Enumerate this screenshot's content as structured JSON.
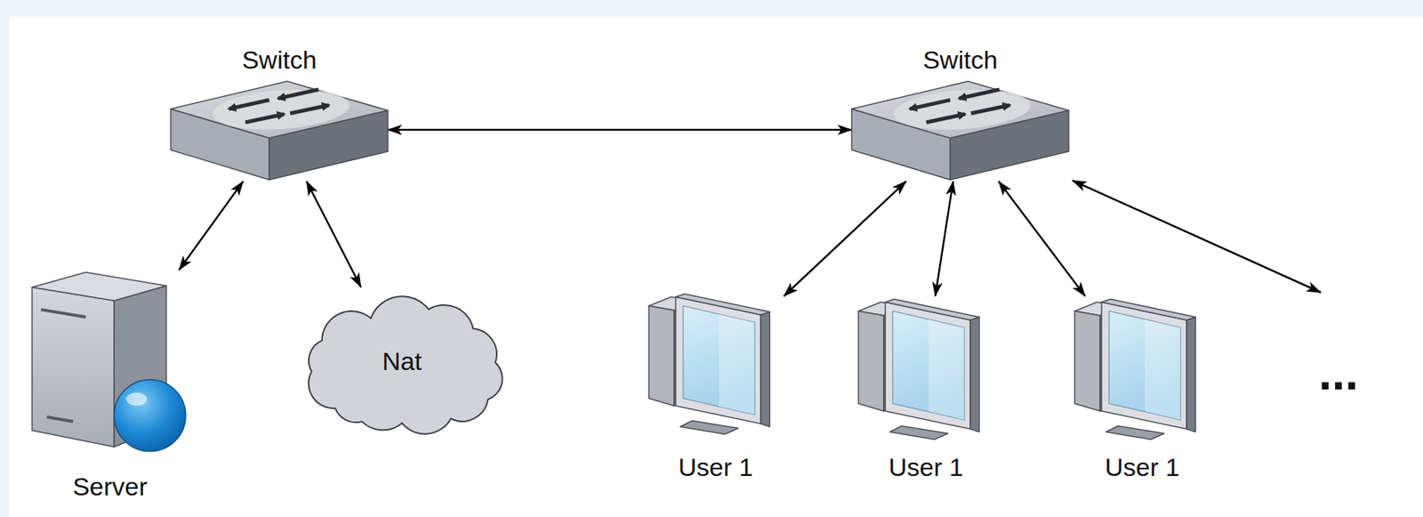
{
  "diagram": {
    "nodes": [
      {
        "text": [
          "Switch"
        ]
      },
      {
        "text": [
          "Switch"
        ]
      },
      {
        "text": [
          "Server"
        ]
      },
      {
        "text": [
          "Nat"
        ]
      },
      {
        "text": [
          "User 1"
        ]
      },
      {
        "text": [
          "User 1"
        ]
      },
      {
        "text": [
          "User 1"
        ]
      }
    ],
    "edges": [
      {
        "from": 0,
        "to": 1,
        "arrow": "both"
      },
      {
        "from": 0,
        "to": 2,
        "arrow": "both"
      },
      {
        "from": 0,
        "to": 3,
        "arrow": "both"
      },
      {
        "from": 1,
        "to": 4,
        "arrow": "both"
      },
      {
        "from": 1,
        "to": 5,
        "arrow": "both"
      },
      {
        "from": 1,
        "to": 6,
        "arrow": "both"
      }
    ],
    "labels": [
      "..."
    ]
  }
}
